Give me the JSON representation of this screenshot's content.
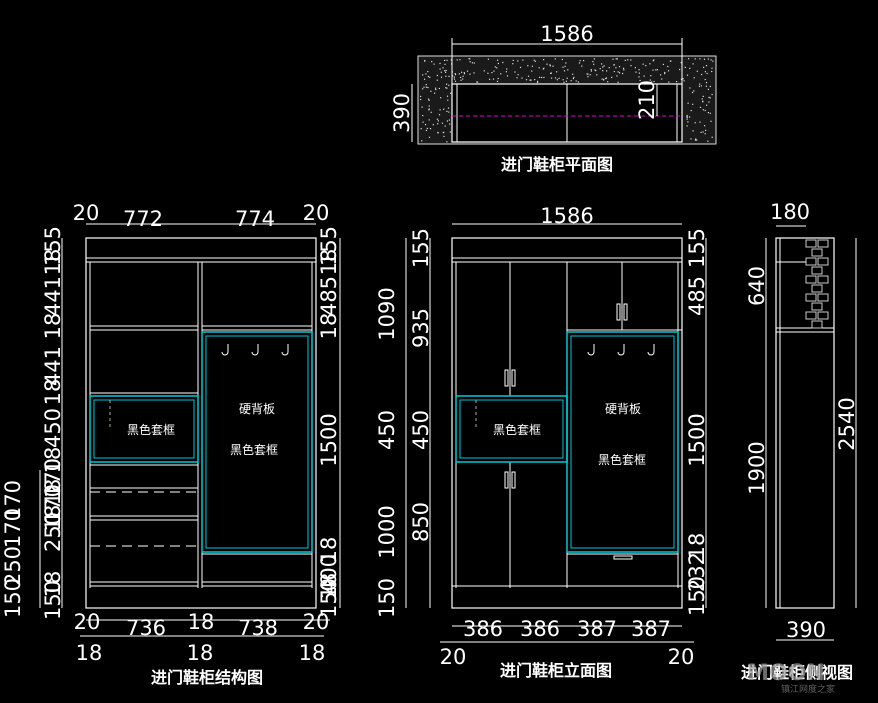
{
  "drawings": {
    "plan": {
      "title": "进门鞋柜平面图",
      "dims": {
        "width": "1586",
        "depth": "390",
        "inner_depth": "210"
      }
    },
    "structure": {
      "title": "进门鞋柜结构图",
      "top_dims": [
        "20",
        "772",
        "774",
        "20"
      ],
      "bottom_dims_a": [
        "20",
        "736",
        "18",
        "738",
        "20"
      ],
      "bottom_dims_b": [
        "18",
        "18",
        "18"
      ],
      "left_dims": [
        "155",
        "18",
        "441",
        "18",
        "441",
        "18",
        "450",
        "18",
        "170",
        "18",
        "170",
        "18",
        "250",
        "18",
        "150"
      ],
      "left_outer_dims": [
        "170",
        "170",
        "250",
        "150"
      ],
      "right_dims": [
        "155",
        "18",
        "485",
        "18",
        "1500",
        "18",
        "400",
        "18",
        "150"
      ],
      "labels": {
        "black_frame_left": "黑色套框",
        "hard_back": "硬背板",
        "black_frame_right": "黑色套框"
      }
    },
    "elevation": {
      "title": "进门鞋柜立面图",
      "top_dim": "1586",
      "bottom_dims": [
        "386",
        "386",
        "387",
        "387"
      ],
      "bottom_outer_dims": [
        "20",
        "20"
      ],
      "left_outer_dims": [
        "1090",
        "450",
        "1000",
        "150"
      ],
      "left_inner_dims": [
        "155",
        "935",
        "450",
        "850"
      ],
      "right_dims": [
        "155",
        "485",
        "1500",
        "18",
        "232",
        "150"
      ],
      "labels": {
        "black_frame_left": "黑色套框",
        "hard_back": "硬背板",
        "black_frame_right": "黑色套框"
      }
    },
    "side": {
      "title": "进门鞋柜侧视图",
      "top_dim": "180",
      "bottom_dim": "390",
      "left_dims": [
        "640",
        "1900"
      ],
      "right_dim": "2540"
    }
  },
  "watermark": {
    "brand": "MOON",
    "sub": "镇江网度之家"
  },
  "colors": {
    "background": "#000000",
    "lines": "#ffffff",
    "accent": "#00c8d8",
    "hidden_line": "#e000e0"
  }
}
